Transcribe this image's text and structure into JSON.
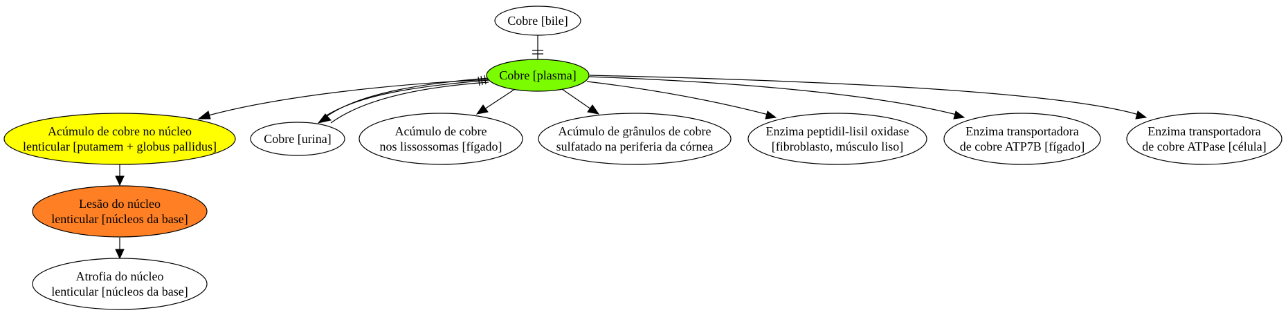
{
  "colors": {
    "plasma": "#7cfc00",
    "acumulo_lenticular": "#ffff00",
    "lesao": "#ff7f24",
    "default": "#ffffff"
  },
  "nodes": {
    "bile": {
      "lines": [
        "Cobre [bile]"
      ]
    },
    "plasma": {
      "lines": [
        "Cobre [plasma]"
      ]
    },
    "acumulo_lenticular": {
      "lines": [
        "Acúmulo de cobre no núcleo",
        "lenticular [putamem + globus pallidus]"
      ]
    },
    "urina": {
      "lines": [
        "Cobre [urina]"
      ]
    },
    "lissossomas": {
      "lines": [
        "Acúmulo de cobre",
        "nos lissossomas [fígado]"
      ]
    },
    "cornea": {
      "lines": [
        "Acúmulo de grânulos de cobre",
        "sulfatado na periferia da córnea"
      ]
    },
    "peptidil": {
      "lines": [
        "Enzima peptidil-lisil oxidase",
        "[fibroblasto, músculo liso]"
      ]
    },
    "atp7b": {
      "lines": [
        "Enzima transportadora",
        "de cobre ATP7B [fígado]"
      ]
    },
    "atpase": {
      "lines": [
        "Enzima transportadora",
        "de cobre ATPase [célula]"
      ]
    },
    "lesao": {
      "lines": [
        "Lesão do núcleo",
        "lenticular [núcleos da base]"
      ]
    },
    "atrofia": {
      "lines": [
        "Atrofia do núcleo",
        "lenticular [núcleos da base]"
      ]
    }
  }
}
